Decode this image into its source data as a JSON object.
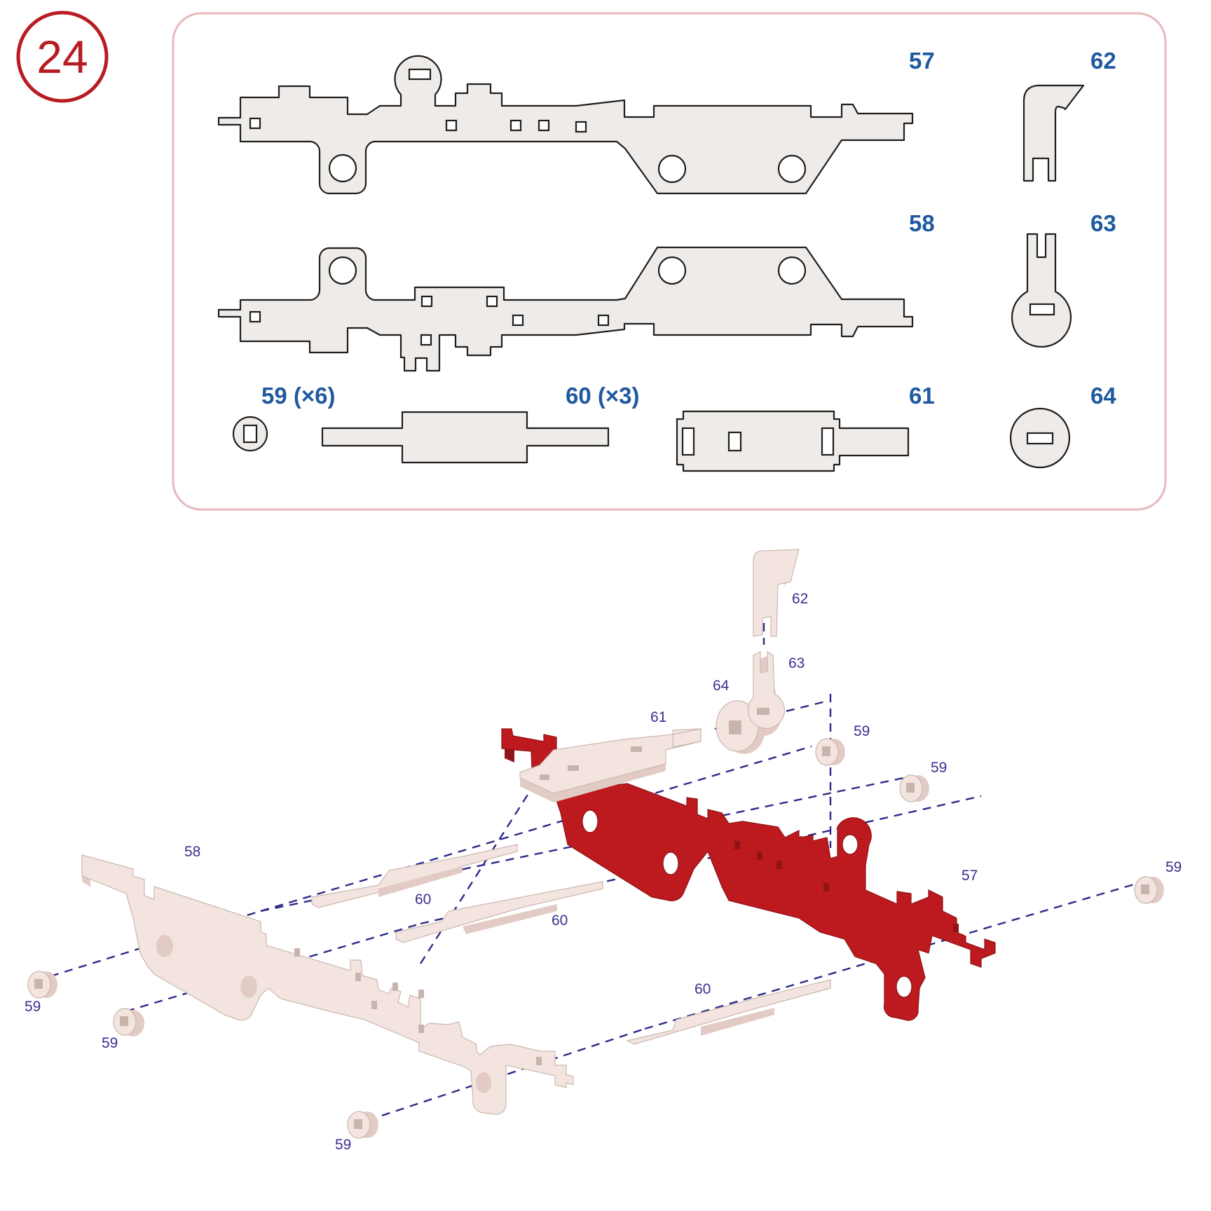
{
  "step": {
    "number": "24",
    "color": "#b81c23"
  },
  "parts_panel": {
    "border_color": "#e8b8bc",
    "label_color": "#1f5aa0",
    "parts": [
      {
        "id": "part-57",
        "label": "57"
      },
      {
        "id": "part-62",
        "label": "62"
      },
      {
        "id": "part-58",
        "label": "58"
      },
      {
        "id": "part-63",
        "label": "63"
      },
      {
        "id": "part-59",
        "label": "59 (×6)"
      },
      {
        "id": "part-60",
        "label": "60 (×3)"
      },
      {
        "id": "part-61",
        "label": "61"
      },
      {
        "id": "part-64",
        "label": "64"
      }
    ]
  },
  "assembly": {
    "highlight_color": "#bd1a1f",
    "part_color": "#f3e4df",
    "guide_color": "#2e2a8a",
    "labels": {
      "l62": "62",
      "l63": "63",
      "l64": "64",
      "l61": "61",
      "l59a": "59",
      "l59b": "59",
      "l59c": "59",
      "l58": "58",
      "l57": "57",
      "l60a": "60",
      "l60b": "60",
      "l60c": "60",
      "l59d": "59",
      "l59e": "59",
      "l59f": "59"
    }
  }
}
